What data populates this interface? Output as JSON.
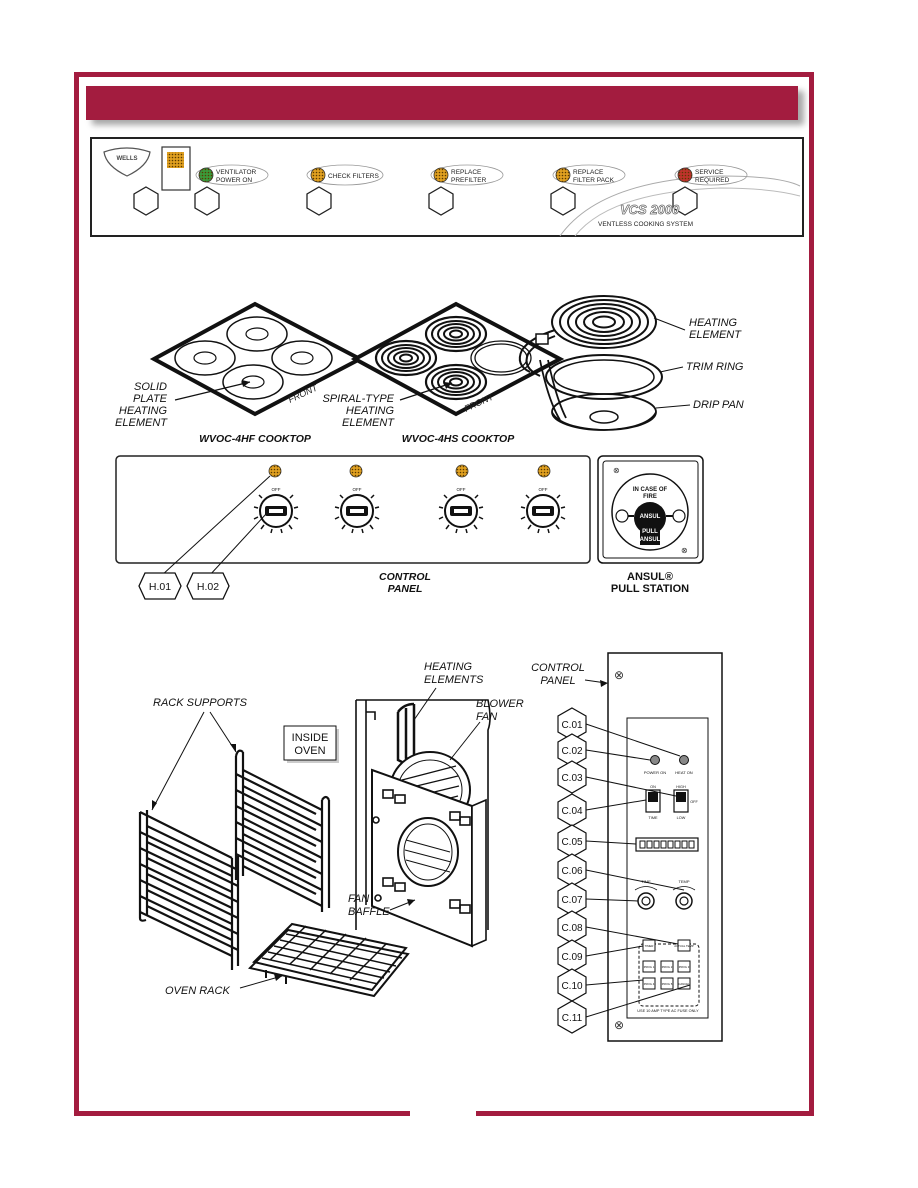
{
  "colors": {
    "accent": "#a31c3f",
    "frame": "#a31c3f",
    "amber_led": "#e0a020",
    "green_led": "#3a9a3a",
    "red_led": "#c0322c"
  },
  "vcs_panel": {
    "logo": "WELLS",
    "indicators": [
      {
        "label": "VENTILATOR POWER ON",
        "line1": "VENTILATOR",
        "line2": "POWER ON",
        "led_color": "green"
      },
      {
        "label": "CHECK FILTERS",
        "line1": "CHECK FILTERS",
        "line2": "",
        "led_color": "amber"
      },
      {
        "label": "REPLACE PREFILTER",
        "line1": "REPLACE",
        "line2": "PREFILTER",
        "led_color": "amber"
      },
      {
        "label": "REPLACE FILTER PACK",
        "line1": "REPLACE",
        "line2": "FILTER PACK",
        "led_color": "amber"
      },
      {
        "label": "SERVICE REQUIRED",
        "line1": "SERVICE",
        "line2": "REQUIRED",
        "led_color": "red"
      }
    ],
    "brand_title": "VCS 2000",
    "brand_subtitle": "VENTLESS COOKING SYSTEM"
  },
  "cooktops": {
    "front_label": "FRONT",
    "hf": {
      "title": "WVOC-4HF COOKTOP",
      "callout_1": "SOLID",
      "callout_2": "PLATE",
      "callout_3": "HEATING",
      "callout_4": "ELEMENT"
    },
    "hs": {
      "title": "WVOC-4HS COOKTOP",
      "callout_1": "SPIRAL-TYPE",
      "callout_2": "HEATING",
      "callout_3": "ELEMENT"
    },
    "exploded": {
      "label_1a": "HEATING",
      "label_1b": "ELEMENT",
      "label_2": "TRIM RING",
      "label_3": "DRIP PAN"
    }
  },
  "control_panel": {
    "caption_1": "CONTROL",
    "caption_2": "PANEL",
    "knob_mark": "OFF",
    "callouts": [
      "H.01",
      "H.02"
    ]
  },
  "ansul": {
    "ring_top_1": "IN CASE OF",
    "ring_top_2": "FIRE",
    "badge": "ANSUL",
    "pull_1": "PULL",
    "pull_2": "ANSUL",
    "caption_1": "ANSUL®",
    "caption_2": "PULL STATION"
  },
  "oven": {
    "rack_supports": "RACK SUPPORTS",
    "inside_oven_1": "INSIDE",
    "inside_oven_2": "OVEN",
    "heating_elements_1": "HEATING",
    "heating_elements_2": "ELEMENTS",
    "blower_fan_1": "BLOWER",
    "blower_fan_2": "FAN",
    "fan_baffle_1": "FAN",
    "fan_baffle_2": "BAFFLE",
    "oven_rack": "OVEN RACK"
  },
  "oven_control": {
    "title_1": "CONTROL",
    "title_2": "PANEL",
    "callouts": [
      "C.01",
      "C.02",
      "C.03",
      "C.04",
      "C.05",
      "C.06",
      "C.07",
      "C.08",
      "C.09",
      "C.10",
      "C.11"
    ],
    "power_on": "POWER ON",
    "heat_on": "HEAT ON",
    "switch1_top": "ON",
    "switch1_bottom": "TIME",
    "switch2_top": "HIGH",
    "switch2_mid": "OFF",
    "switch2_bottom": "LOW",
    "time_knob": "TIME",
    "temp_knob": "TEMP",
    "btn_timer": "TIMER",
    "btn_actual_temp": "ACTUAL TEMP",
    "btn_prog1": "PROG 1",
    "btn_prog2": "PROG 2",
    "btn_prog3": "PROG 3",
    "btn_prog4": "PROG 4",
    "btn_prog5": "PROG 5",
    "btn_cancel": "CANCEL",
    "footer": "USE 10 AMP TYPE AC FUSE ONLY"
  }
}
